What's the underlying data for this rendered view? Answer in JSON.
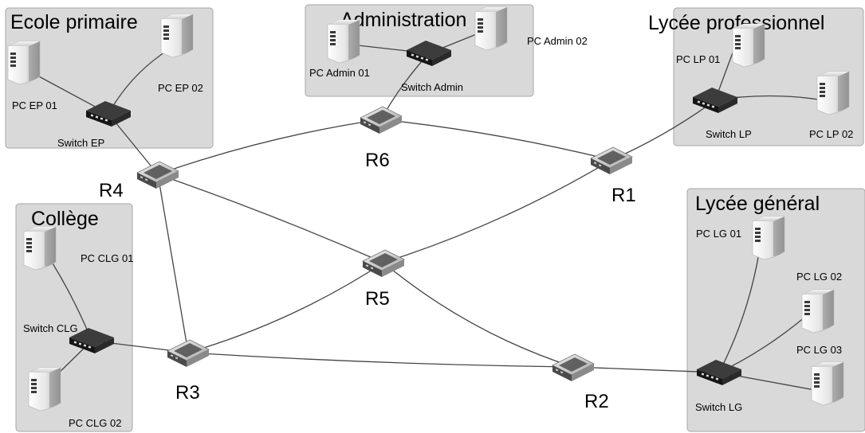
{
  "zones": {
    "ecole": "Ecole primaire",
    "admin": "Administration",
    "lp": "Lycée professionnel",
    "college": "Collège",
    "lg": "Lycée général"
  },
  "routers": {
    "r1": "R1",
    "r2": "R2",
    "r3": "R3",
    "r4": "R4",
    "r5": "R5",
    "r6": "R6"
  },
  "switches": {
    "ep": "Switch EP",
    "admin": "Switch Admin",
    "lp": "Switch LP",
    "clg": "Switch CLG",
    "lg": "Switch LG"
  },
  "pcs": {
    "ep01": "PC EP 01",
    "ep02": "PC EP 02",
    "admin01": "PC Admin 01",
    "admin02": "PC Admin 02",
    "lp01": "PC LP 01",
    "lp02": "PC LP 02",
    "clg01": "PC CLG 01",
    "clg02": "PC CLG 02",
    "lg01": "PC LG 01",
    "lg02": "PC LG 02",
    "lg03": "PC LG 03"
  },
  "links": [
    [
      "switch-ep",
      "pc-ep-01"
    ],
    [
      "switch-ep",
      "pc-ep-02"
    ],
    [
      "switch-ep",
      "router-r4"
    ],
    [
      "switch-admin",
      "pc-admin-01"
    ],
    [
      "switch-admin",
      "pc-admin-02"
    ],
    [
      "switch-admin",
      "router-r6"
    ],
    [
      "switch-lp",
      "pc-lp-01"
    ],
    [
      "switch-lp",
      "pc-lp-02"
    ],
    [
      "switch-lp",
      "router-r1"
    ],
    [
      "switch-clg",
      "pc-clg-01"
    ],
    [
      "switch-clg",
      "pc-clg-02"
    ],
    [
      "switch-clg",
      "router-r3"
    ],
    [
      "switch-lg",
      "pc-lg-01"
    ],
    [
      "switch-lg",
      "pc-lg-02"
    ],
    [
      "switch-lg",
      "pc-lg-03"
    ],
    [
      "switch-lg",
      "router-r2"
    ],
    [
      "router-r4",
      "router-r6"
    ],
    [
      "router-r6",
      "router-r1"
    ],
    [
      "router-r4",
      "router-r5"
    ],
    [
      "router-r4",
      "router-r3"
    ],
    [
      "router-r1",
      "router-r5"
    ],
    [
      "router-r5",
      "router-r3"
    ],
    [
      "router-r5",
      "router-r2"
    ],
    [
      "router-r3",
      "router-r2"
    ]
  ]
}
